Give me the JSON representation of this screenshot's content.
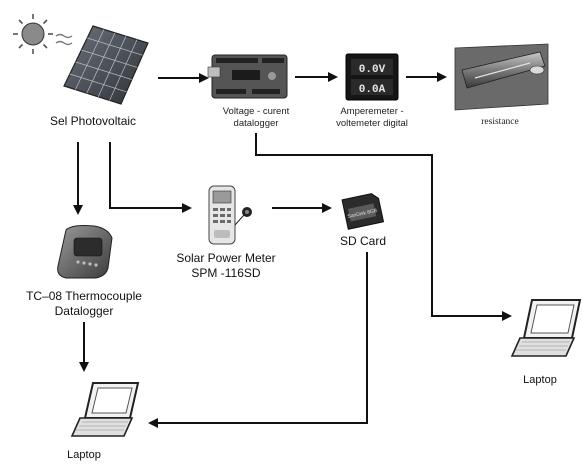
{
  "nodes": {
    "pv_panel": {
      "label": "Sel Photovoltaic",
      "icon": "solar-panel-icon"
    },
    "sun": {
      "icon": "sun-icon"
    },
    "datalogger": {
      "label_line1": "Voltage - curent",
      "label_line2": "datalogger",
      "icon": "arduino-board-icon"
    },
    "meter": {
      "label_line1": "Amperemeter -",
      "label_line2": "voltemeter digital",
      "icon": "digital-meter-icon",
      "display_top": "0.0V",
      "display_bottom": "0.0A"
    },
    "resistance": {
      "label": "resistance",
      "icon": "resistor-icon"
    },
    "thermocouple": {
      "label_line1": "TC–08 Thermocouple",
      "label_line2": "Datalogger",
      "icon": "thermocouple-logger-icon"
    },
    "solar_meter": {
      "label_line1": "Solar Power Meter",
      "label_line2": "SPM -116SD",
      "icon": "solar-power-meter-icon"
    },
    "sd_card": {
      "label": "SD Card",
      "icon": "sd-card-icon",
      "card_text": "SanDisk 8GB"
    },
    "laptop_right": {
      "label": "Laptop",
      "icon": "laptop-icon"
    },
    "laptop_bottom": {
      "label": "Laptop",
      "icon": "laptop-icon"
    }
  },
  "colors": {
    "line": "#111111",
    "ink": "#111111",
    "panel": "#4a4f57"
  }
}
